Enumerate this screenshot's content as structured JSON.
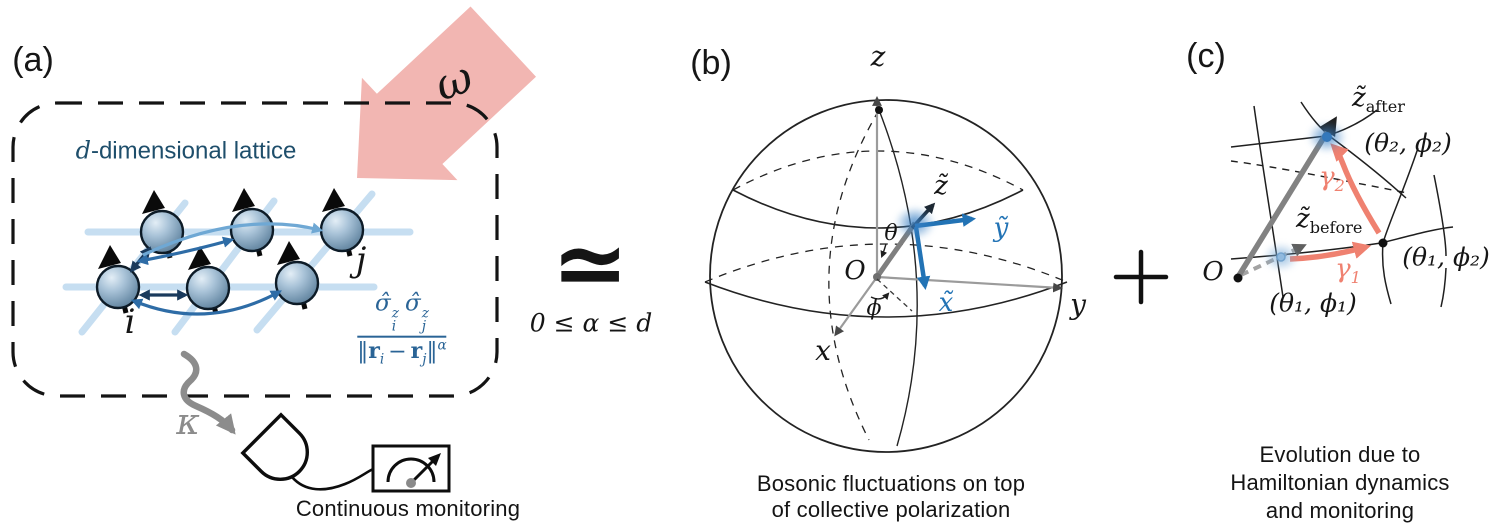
{
  "panels": {
    "a": {
      "label": "(a)",
      "omega": "ω",
      "lattice_title_d": "d",
      "lattice_title_rest": "-dimensional lattice",
      "site_i": "i",
      "site_j": "j",
      "kappa": "κ",
      "formula": {
        "sigma": "σ̂",
        "z": "z",
        "i": "i",
        "j": "j",
        "norm": "‖",
        "r": "r",
        "minus": "−",
        "alpha": "α"
      },
      "monitoring_caption": "Continuous monitoring"
    },
    "relation": {
      "simeq": "≃",
      "constraint": "0 ≤ α ≤ d",
      "plus": "+"
    },
    "b": {
      "label": "(b)",
      "axis_x": "x",
      "axis_y": "y",
      "axis_z": "z",
      "origin": "O",
      "theta": "θ",
      "phi": "ϕ",
      "tilde_x": "x̃",
      "tilde_y": "ỹ",
      "tilde_z": "z̃",
      "caption_line1": "Bosonic fluctuations on top",
      "caption_line2": "of collective polarization"
    },
    "c": {
      "label": "(c)",
      "origin": "O",
      "z_after_base": "z̃",
      "z_after_sub": "after",
      "z_before_base": "z̃",
      "z_before_sub": "before",
      "gamma1_base": "γ",
      "gamma1_sub": "1",
      "gamma2_base": "γ",
      "gamma2_sub": "2",
      "point_theta2_phi2": "(θ₂, ϕ₂)",
      "point_theta1_phi2": "(θ₁, ϕ₂)",
      "point_theta1_phi1": "(θ₁, ϕ₁)",
      "caption_line1": "Evolution due to",
      "caption_line2": "Hamiltonian dynamics",
      "caption_line3": "and monitoring"
    }
  },
  "colors": {
    "pink": "#f2b6b2",
    "salmon": "#ef8170",
    "blue": "#2273b5",
    "navy": "#1a3a5c",
    "midblue": "#2e6ca6",
    "lightblue": "#6fa8d4",
    "lattice_line": "#c6def1",
    "title_blue": "#1e4e6b",
    "formula_blue": "#2a6496",
    "gray": "#8c8c8c"
  }
}
